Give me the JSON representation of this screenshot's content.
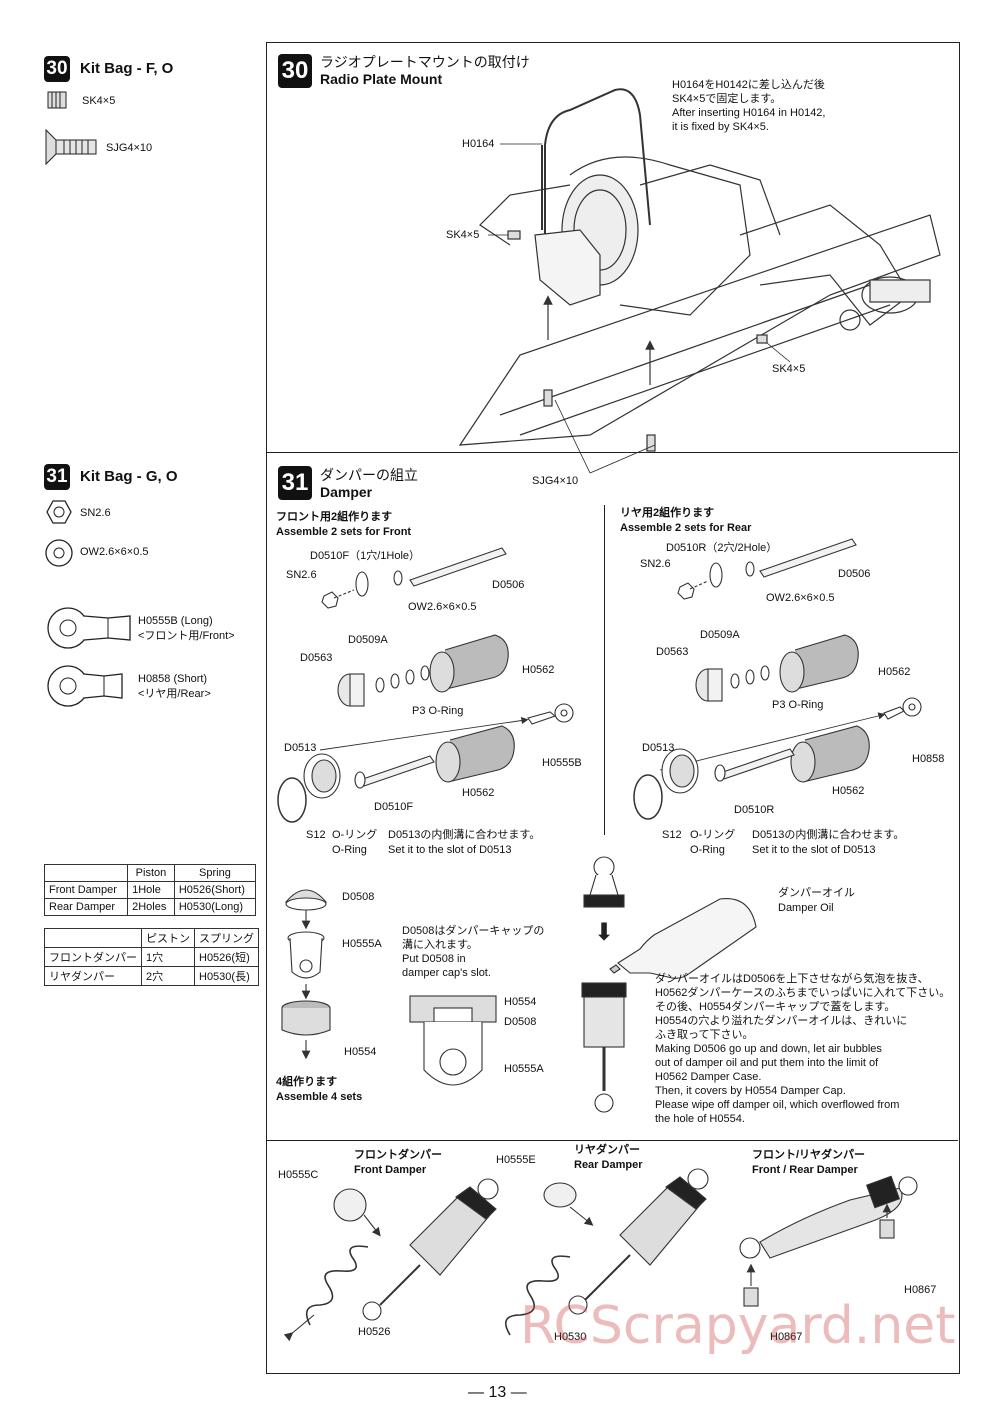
{
  "kit30": {
    "num": "30",
    "title": "Kit Bag - F, O",
    "parts": [
      "SK4×5",
      "SJG4×10"
    ]
  },
  "kit31": {
    "num": "31",
    "title": "Kit Bag - G, O",
    "parts": [
      "SN2.6",
      "OW2.6×6×0.5"
    ],
    "ends": [
      {
        "code": "H0555B (Long)",
        "sub": "<フロント用/Front>"
      },
      {
        "code": "H0858 (Short)",
        "sub": "<リヤ用/Rear>"
      }
    ]
  },
  "table_en": {
    "headers": [
      "",
      "Piston",
      "Spring"
    ],
    "rows": [
      [
        "Front Damper",
        "1Hole",
        "H0526(Short)"
      ],
      [
        "Rear Damper",
        "2Holes",
        "H0530(Long)"
      ]
    ]
  },
  "table_jp": {
    "headers": [
      "",
      "ピストン",
      "スプリング"
    ],
    "rows": [
      [
        "フロントダンパー",
        "1穴",
        "H0526(短)"
      ],
      [
        "リヤダンパー",
        "2穴",
        "H0530(長)"
      ]
    ]
  },
  "step30": {
    "num": "30",
    "title_jp": "ラジオプレートマウントの取付け",
    "title_en": "Radio Plate Mount",
    "labels": {
      "h0164": "H0164",
      "sk1": "SK4×5",
      "sk2": "SK4×5",
      "sjg": "SJG4×10"
    },
    "note": [
      "H0164をH0142に差し込んだ後",
      "SK4×5で固定します。",
      "After inserting H0164 in H0142,",
      "it is fixed by SK4×5."
    ]
  },
  "step31": {
    "num": "31",
    "title_jp": "ダンパーの組立",
    "title_en": "Damper",
    "front": {
      "head_jp": "フロント用2組作ります",
      "head_en": "Assemble 2 sets for Front",
      "labels": {
        "d0510": "D0510F（1穴/1Hole）",
        "sn": "SN2.6",
        "d0506": "D0506",
        "ow": "OW2.6×6×0.5",
        "d0509": "D0509A",
        "d0563": "D0563",
        "h0562a": "H0562",
        "oring": "P3 O-Ring",
        "d0513": "D0513",
        "end": "H0555B",
        "d0510b": "D0510F",
        "h0562b": "H0562",
        "s12": "S12",
        "oringjp": "O-リング",
        "oringen": "O-Ring",
        "slot_jp": "D0513の内側溝に合わせます。",
        "slot_en": "Set it to the slot of D0513"
      }
    },
    "rear": {
      "head_jp": "リヤ用2組作ります",
      "head_en": "Assemble 2 sets for Rear",
      "labels": {
        "d0510": "D0510R（2穴/2Hole）",
        "sn": "SN2.6",
        "d0506": "D0506",
        "ow": "OW2.6×6×0.5",
        "d0509": "D0509A",
        "d0563": "D0563",
        "h0562a": "H0562",
        "oring": "P3 O-Ring",
        "d0513": "D0513",
        "end": "H0858",
        "d0510b": "D0510R",
        "h0562b": "H0562",
        "s12": "S12",
        "oringjp": "O-リング",
        "oringen": "O-Ring",
        "slot_jp": "D0513の内側溝に合わせます。",
        "slot_en": "Set it to the slot of D0513"
      }
    },
    "cap": {
      "d0508": "D0508",
      "h0555a": "H0555A",
      "h0554": "H0554",
      "sets_jp": "4組作ります",
      "sets_en": "Assemble 4 sets",
      "note": [
        "D0508はダンパーキャップの",
        "溝に入れます。",
        "Put D0508 in",
        "damper cap's slot."
      ],
      "l2": {
        "h0554": "H0554",
        "d0508": "D0508",
        "h0555a": "H0555A"
      }
    },
    "oil": {
      "label_jp": "ダンパーオイル",
      "label_en": "Damper Oil",
      "note": [
        "ダンパーオイルはD0506を上下させながら気泡を抜き、",
        "H0562ダンパーケースのふちまでいっぱいに入れて下さい。",
        "その後、H0554ダンパーキャップで蓋をします。",
        "H0554の穴より溢れたダンパーオイルは、きれいに",
        "ふき取って下さい。",
        "Making D0506 go up and down, let air bubbles",
        "out of damper oil and put them into the limit of",
        "H0562 Damper Case.",
        "Then, it covers by H0554 Damper Cap.",
        "Please wipe off damper oil, which overflowed from",
        "the hole of H0554."
      ]
    },
    "final": {
      "front_jp": "フロントダンパー",
      "front_en": "Front Damper",
      "h0555c": "H0555C",
      "h0526": "H0526",
      "rear_jp": "リヤダンパー",
      "rear_en": "Rear Damper",
      "h0555e": "H0555E",
      "h0530": "H0530",
      "fr_jp": "フロント/リヤダンパー",
      "fr_en": "Front / Rear Damper",
      "h0867a": "H0867",
      "h0867b": "H0867"
    }
  },
  "page_number": "— 13 —",
  "watermark": "RCScrapyard.net"
}
